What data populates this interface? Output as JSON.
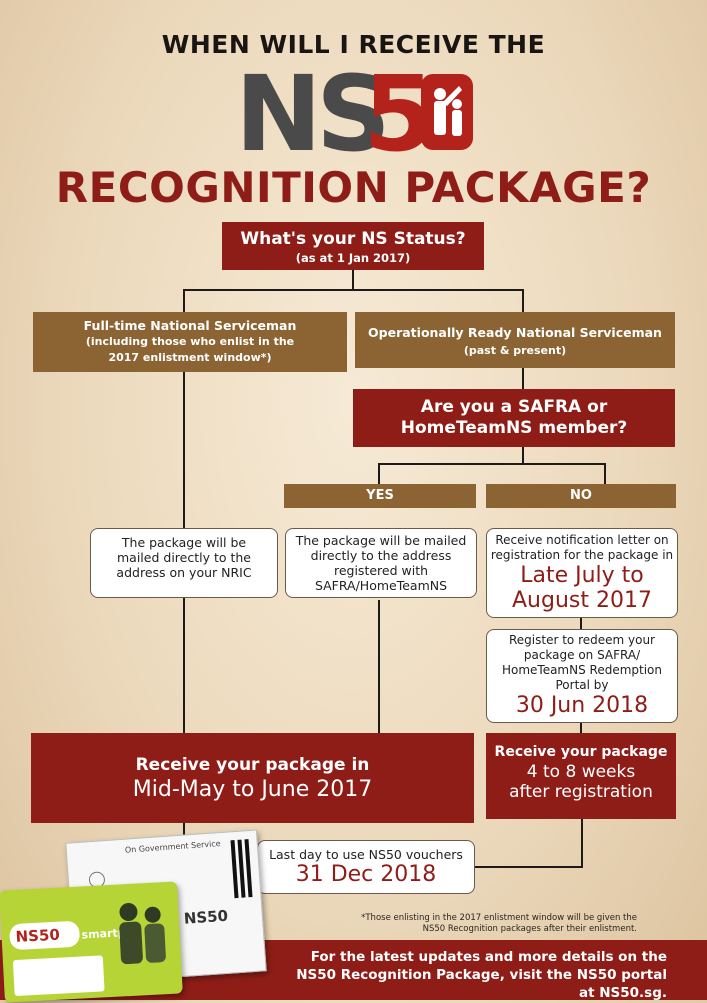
{
  "header": {
    "top_line": "WHEN WILL I RECEIVE THE",
    "logo_text": "NS50",
    "main_line": "RECOGNITION PACKAGE?"
  },
  "status_question": {
    "title": "What's your NS Status?",
    "subtitle": "(as at 1 Jan 2017)"
  },
  "fulltime": {
    "title": "Full-time National Serviceman",
    "line2": "(including those who enlist in the",
    "line3": "2017 enlistment window*)"
  },
  "ornsmen": {
    "title": "Operationally Ready National Serviceman",
    "subtitle": "(past & present)"
  },
  "member_question": {
    "line1": "Are you a SAFRA or",
    "line2": "HomeTeamNS member?"
  },
  "yes_label": "YES",
  "no_label": "NO",
  "box_nric": {
    "line1": "The package will be",
    "line2": "mailed directly to the",
    "line3": "address on your NRIC"
  },
  "box_safra": {
    "line1": "The package will be mailed",
    "line2": "directly to the address",
    "line3": "registered with",
    "line4": "SAFRA/HomeTeamNS"
  },
  "box_notify": {
    "line1": "Receive notification letter on",
    "line2": "registration for the package in",
    "date1": "Late July to",
    "date2": "August 2017"
  },
  "box_register": {
    "line1": "Register to redeem your",
    "line2": "package on SAFRA/",
    "line3": "HomeTeamNS Redemption",
    "line4": "Portal by",
    "date": "30 Jun 2018"
  },
  "receive_main": {
    "line1": "Receive your package in",
    "line2": "Mid-May to June 2017"
  },
  "receive_right": {
    "line1": "Receive your package",
    "line2": "4 to 8 weeks",
    "line3": "after registration"
  },
  "vouchers": {
    "line1": "Last day to use NS50 vouchers",
    "date": "31 Dec 2018"
  },
  "envelope": {
    "label": "On Government Service",
    "logo": "NS50"
  },
  "card": {
    "logo": "NS50",
    "brand": "smartpac"
  },
  "footnote": {
    "line1": "*Those enlisting in the 2017 enlistment window will be given the",
    "line2": "NS50 Recognition packages after their enlistment."
  },
  "footer": {
    "line1": "For the latest updates and more details on the",
    "line2": "NS50 Recognition Package, visit the NS50 portal at NS50.sg."
  },
  "colors": {
    "maroon": "#8f1d17",
    "brown": "#8c6434",
    "dark": "#1e1a17"
  }
}
